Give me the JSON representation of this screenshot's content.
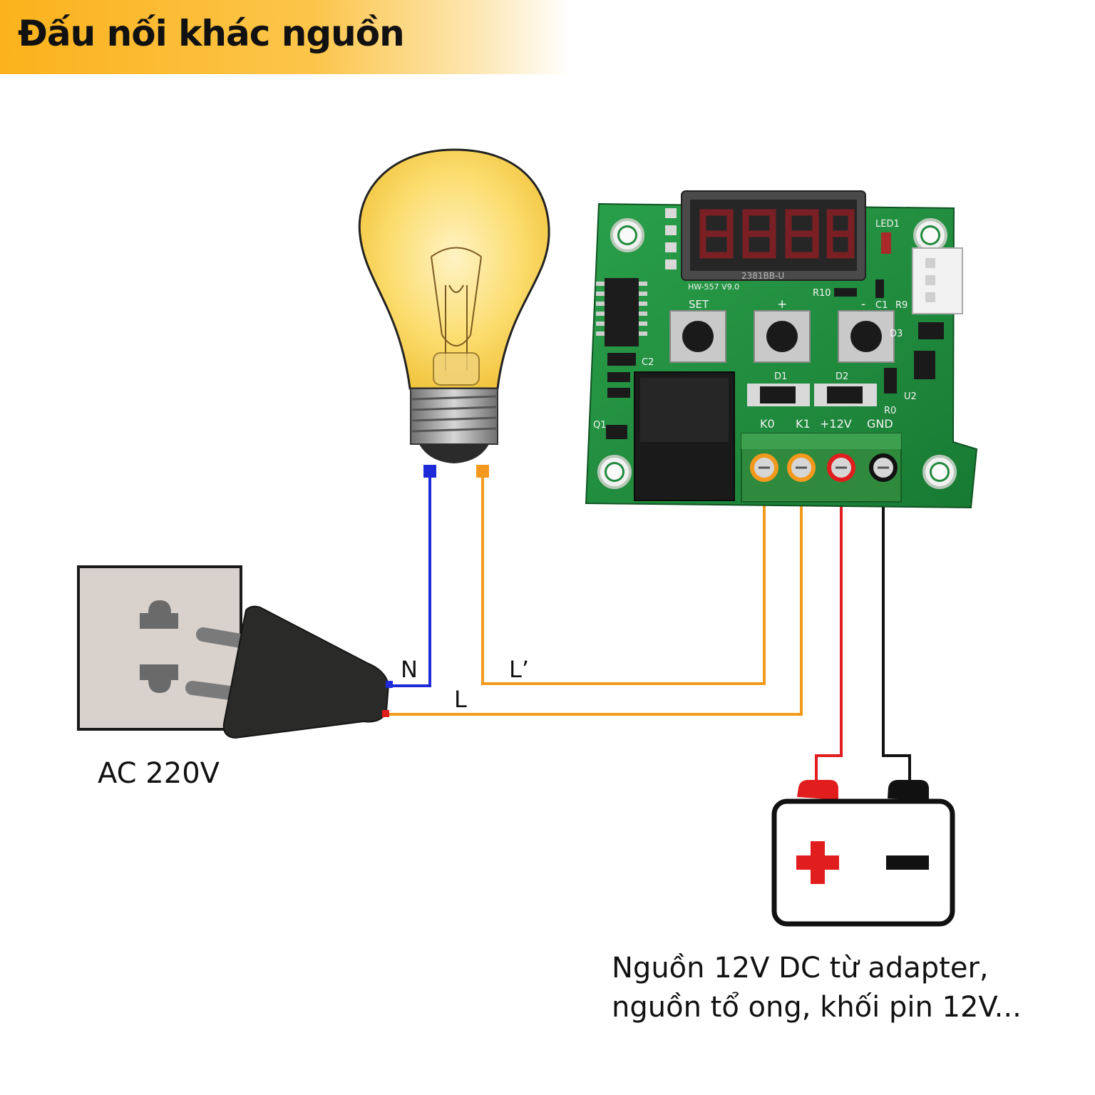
{
  "title": "Đấu nối khác nguồn",
  "socket": {
    "label": "AC 220V"
  },
  "wires": {
    "neutral": "N",
    "line": "L",
    "line_switched": "L’"
  },
  "board": {
    "model": "HW-557  V9.0",
    "display_part": "2381BB-U",
    "terminals": [
      "K0",
      "K1",
      "+12V",
      "GND"
    ],
    "buttons": [
      "SET",
      "+",
      "-"
    ],
    "silkscreen": [
      "LED1",
      "R10",
      "C1",
      "R9",
      "D3",
      "C2",
      "D1",
      "D2",
      "R0",
      "U2",
      "Q1"
    ]
  },
  "power_source": {
    "line1": "Nguồn 12V DC từ adapter,",
    "line2": "nguồn tổ ong, khối pin 12V..."
  },
  "colors": {
    "header_accent": "#fbb21c",
    "neutral_wire": "#1f2ad8",
    "line_wire": "#f39a1e",
    "positive_wire": "#e11d1d",
    "gnd_wire": "#111111",
    "pcb": "#1f8a3c",
    "bulb_glass": "#f7d44c"
  }
}
